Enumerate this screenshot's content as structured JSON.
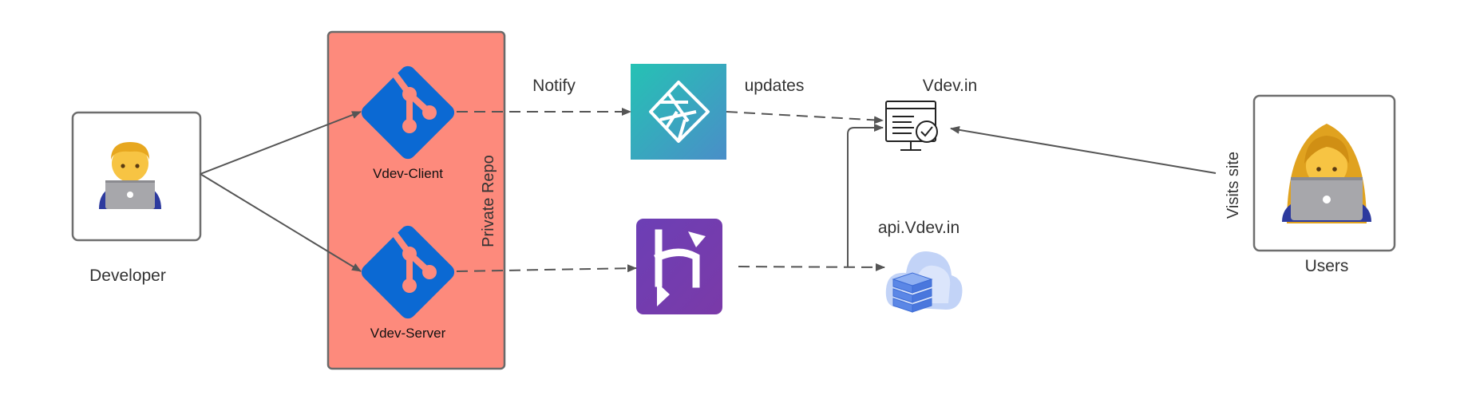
{
  "labels": {
    "developer": "Developer",
    "users": "Users",
    "private_repo": "Private Repo",
    "vdev_client": "Vdev-Client",
    "vdev_server": "Vdev-Server",
    "notify": "Notify",
    "updates": "updates",
    "vdev_in": "Vdev.in",
    "api_vdev_in": "api.Vdev.in",
    "visits_site": "Visits site"
  },
  "icons": {
    "developer": "man-technologist-icon",
    "users": "woman-technologist-icon",
    "client_repo": "git-icon",
    "server_repo": "git-icon",
    "netlify": "netlify-icon",
    "heroku": "heroku-icon",
    "website": "website-monitor-icon",
    "api": "cloud-server-icon"
  },
  "colors": {
    "repo_box_fill": "#fd8a7c",
    "git_blue": "#0b69d3",
    "git_node": "#fd8a7c",
    "netlify_teal": "#25c2b4",
    "netlify_blue": "#4a93c6",
    "heroku_purple": "#6d3fb0",
    "arrow": "#555555"
  }
}
